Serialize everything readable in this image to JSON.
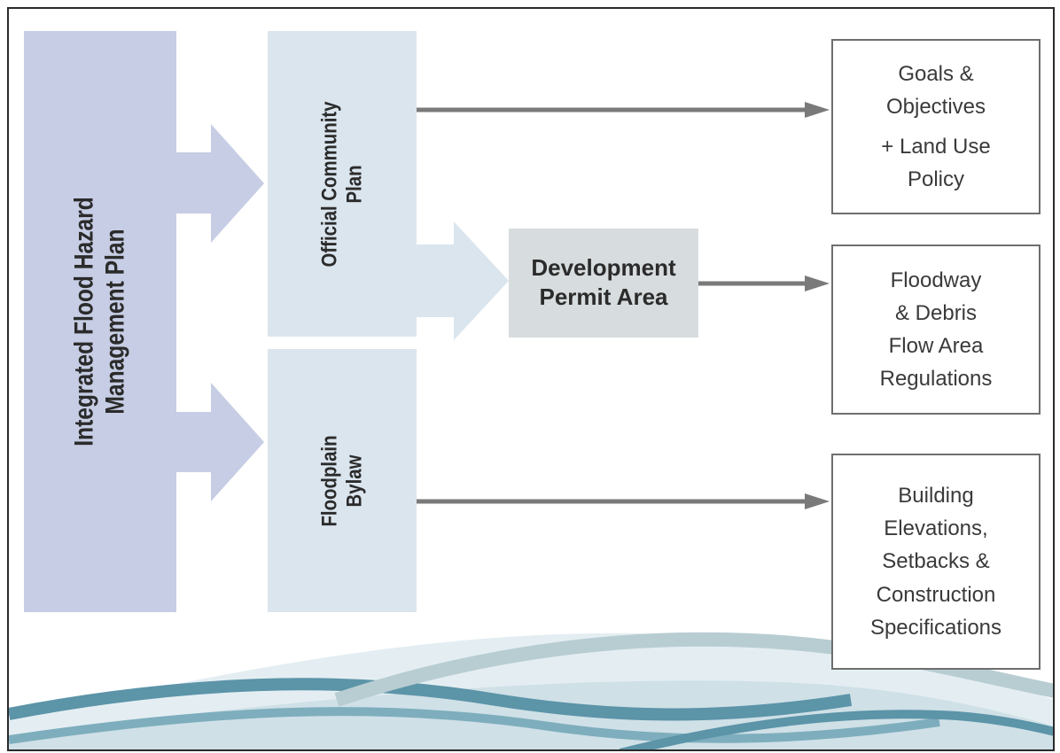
{
  "plan": {
    "line1": "Integrated Flood Hazard",
    "line2": "Management Plan"
  },
  "ocp": {
    "line1": "Official Community",
    "line2": "Plan"
  },
  "bylaw": {
    "line1": "Floodplain",
    "line2": "Bylaw"
  },
  "dpa": {
    "line1": "Development",
    "line2": "Permit Area"
  },
  "outcomes": {
    "goals": {
      "line1": "Goals &",
      "line2": "Objectives",
      "line3": "+ Land Use",
      "line4": "Policy"
    },
    "floodway": {
      "line1": "Floodway",
      "line2": "& Debris",
      "line3": "Flow Area",
      "line4": "Regulations"
    },
    "building": {
      "line1": "Building",
      "line2": "Elevations,",
      "line3": "Setbacks &",
      "line4": "Construction",
      "line5": "Specifications"
    }
  },
  "colors": {
    "plan_fill": "#c6cde4",
    "plan_arrow": "#c6cde4",
    "ocp_fill": "#dbe5ee",
    "dpa_fill": "#d7dcde",
    "connector": "#7a7a7a",
    "wave_teal": "#5c94a8",
    "wave_light": "#bcd3dc"
  }
}
